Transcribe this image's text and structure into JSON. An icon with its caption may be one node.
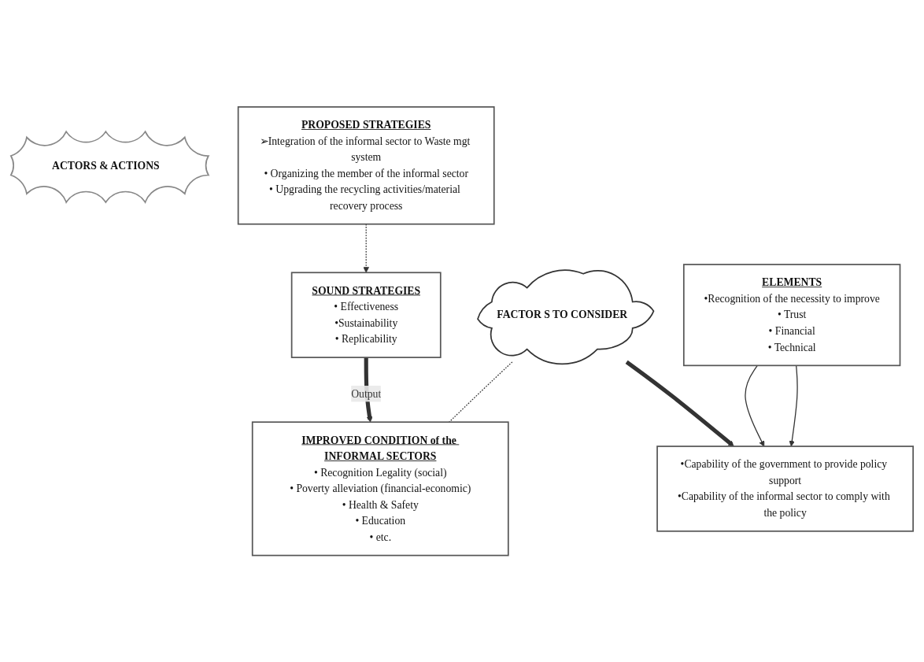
{
  "diagram": {
    "nodes": [
      {
        "text": [
          "ACTORS & ACTIONS"
        ]
      },
      {
        "text": [
          "SOUND STRATEGIES",
          "• Effectiveness",
          "•Sustainability",
          "• Replicability"
        ]
      },
      {
        "text": [
          "IMPROVED CONDITION of the INFORMAL SECTORS",
          "• Recognition Legality (social)",
          "• Poverty alleviation (financial-economic)",
          "• Health & Safety",
          "• Education",
          "• etc."
        ]
      },
      {
        "text": [
          "FACTOR S TO CONSIDER"
        ]
      },
      {
        "text": [
          "•Capability of the government to provide policy support",
          "•Capability of the informal sector to comply with the policy"
        ]
      },
      {
        "text": [
          "PROPOSED STRATEGIES",
          "➢Integration of the informal sector to Waste mgt system",
          "• Organizing the member of the informal sector",
          "• Upgrading the recycling activities/material recovery process"
        ]
      },
      {
        "text": [
          "ELEMENTS",
          "•Recognition of the necessity to improve",
          "• Trust",
          "• Financial",
          "• Technical"
        ]
      }
    ],
    "edges": [
      {
        "from": 1,
        "to": 2,
        "arrow": "to",
        "label": "Output",
        "style": "thick"
      },
      {
        "from": 5,
        "to": 1,
        "arrow": "to",
        "style": "dashed"
      },
      {
        "from": 3,
        "to": 2,
        "arrow": "none",
        "style": "dashed"
      },
      {
        "from": 3,
        "to": 4,
        "arrow": "to",
        "style": "thick"
      },
      {
        "from": 6,
        "to": 4,
        "arrow": "to"
      },
      {
        "from": 6,
        "to": 4,
        "arrow": "to"
      }
    ]
  }
}
